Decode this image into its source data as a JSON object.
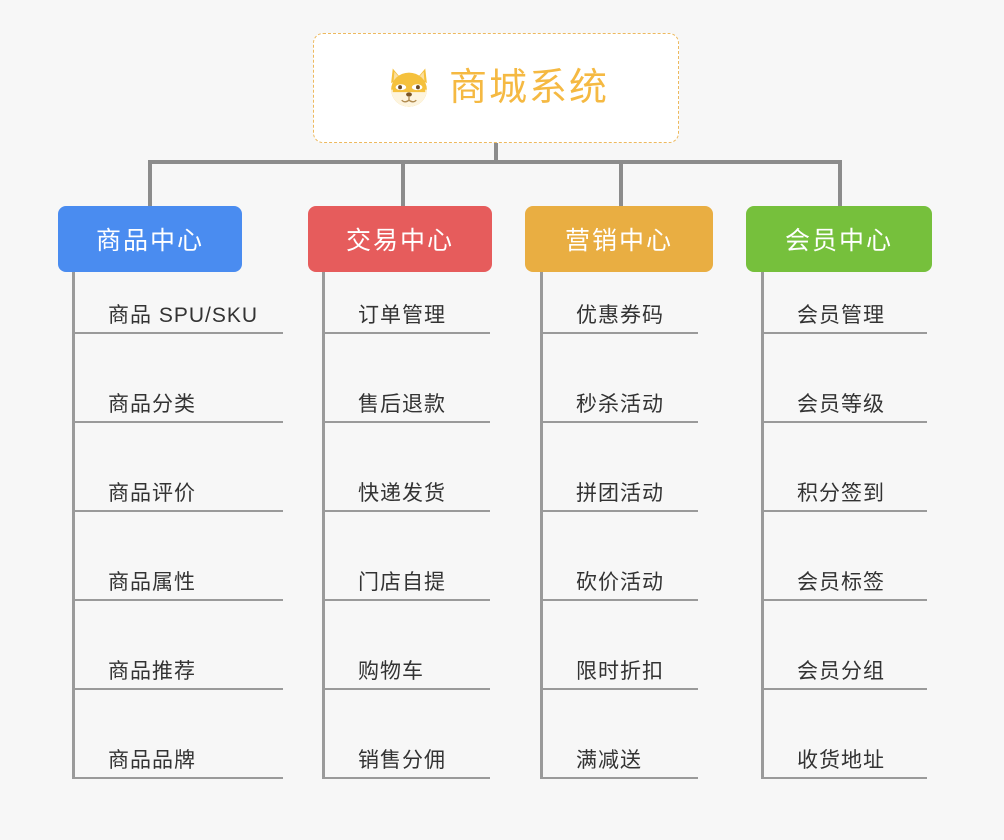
{
  "diagram": {
    "title": "商城系统",
    "type": "mindmap",
    "background_color": "#f7f7f7",
    "root": {
      "label": "商城系统",
      "icon": "shiba-dog-icon",
      "text_color": "#f5b942",
      "border_color": "#edb95e",
      "background_color": "#ffffff"
    },
    "branches": [
      {
        "label": "商品中心",
        "color": "#4a8cf0",
        "items": [
          "商品 SPU/SKU",
          "商品分类",
          "商品评价",
          "商品属性",
          "商品推荐",
          "商品品牌"
        ]
      },
      {
        "label": "交易中心",
        "color": "#e65c5c",
        "items": [
          "订单管理",
          "售后退款",
          "快递发货",
          "门店自提",
          "购物车",
          "销售分佣"
        ]
      },
      {
        "label": "营销中心",
        "color": "#e9ae42",
        "items": [
          "优惠券码",
          "秒杀活动",
          "拼团活动",
          "砍价活动",
          "限时折扣",
          "满减送"
        ]
      },
      {
        "label": "会员中心",
        "color": "#76c03c",
        "items": [
          "会员管理",
          "会员等级",
          "积分签到",
          "会员标签",
          "会员分组",
          "收货地址"
        ]
      }
    ]
  }
}
